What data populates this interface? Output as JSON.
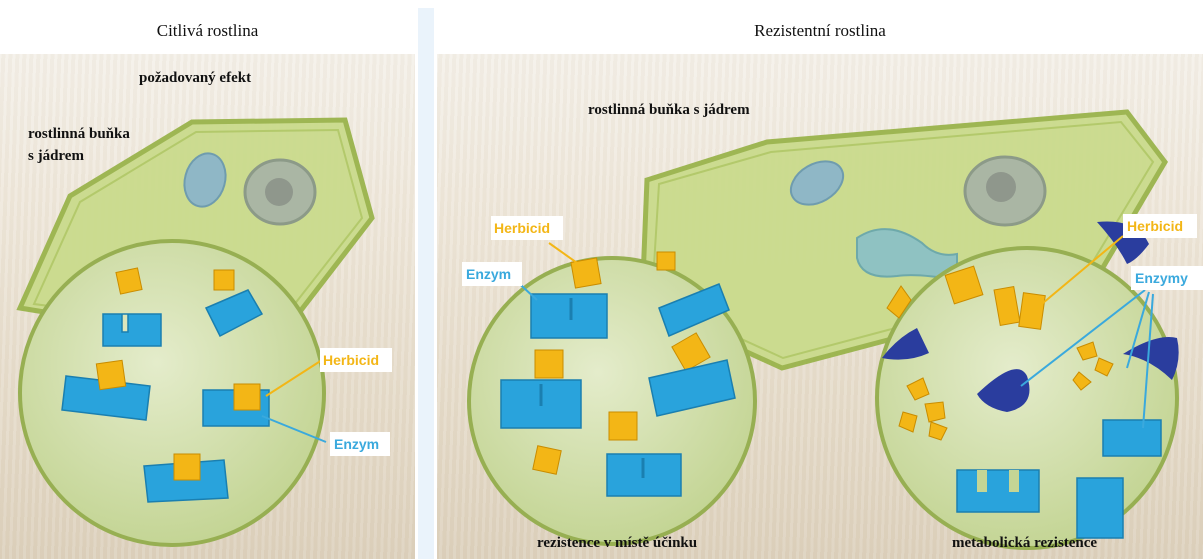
{
  "left_panel": {
    "title": "Citlivá rostlina",
    "effect_label": "požadovaný efekt",
    "cell_label_line1": "rostlinná buňka",
    "cell_label_line2": "s jádrem",
    "herbicide_tag": "Herbicid",
    "enzyme_tag": "Enzym"
  },
  "right_panel": {
    "title": "Rezistentní rostlina",
    "cell_label": "rostlinná buňka s jádrem",
    "herbicide_tag_left": "Herbicid",
    "enzyme_tag_left": "Enzym",
    "herbicide_tag_right": "Herbicid",
    "enzymes_tag_right": "Enzymy",
    "caption_left": "rezistence v místě účinku",
    "caption_right": "metabolická rezistence"
  },
  "colors": {
    "cell_fill": "#c9d98a",
    "cell_border": "#98b04a",
    "enzyme": "#29a3dc",
    "herbicide": "#f3b616",
    "metabolic_enzyme": "#2a3d9e",
    "tag_herbicide": "#f3b616",
    "tag_enzyme": "#3aa9dd"
  }
}
